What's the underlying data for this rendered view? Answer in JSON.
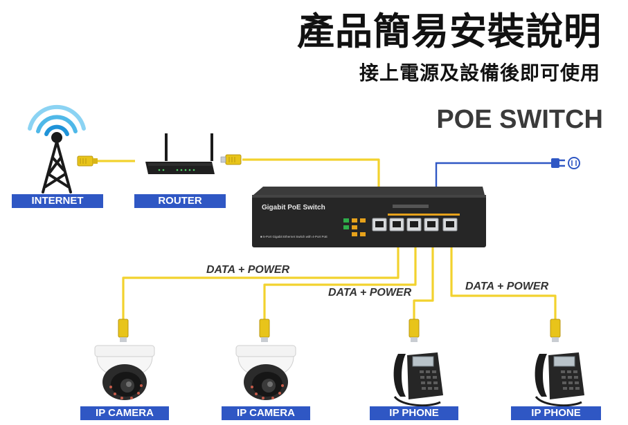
{
  "title": "產品簡易安裝說明",
  "subtitle": "接上電源及設備後即可使用",
  "product_name": "POE SWITCH",
  "switch": {
    "brand": "Gigabit PoE Switch",
    "model": "■ 5-Port Gigabit Ethernet Switch with 4-Port PoE"
  },
  "nodes": {
    "internet": "INTERNET",
    "router": "ROUTER",
    "camera_1": "IP CAMERA",
    "camera_2": "IP CAMERA",
    "phone_1": "IP PHONE",
    "phone_2": "IP PHONE"
  },
  "flows": {
    "left": "DATA + POWER",
    "middle": "DATA + POWER",
    "right": "DATA + POWER"
  },
  "colors": {
    "label_bg": "#2f57c4",
    "cable": "#f2d22e",
    "power_line": "#2f57c4",
    "switch_body": "#2b2b2b"
  },
  "icons": [
    "antenna-tower-icon",
    "router-icon",
    "switch-icon",
    "power-plug-icon",
    "dome-camera-icon",
    "desk-phone-icon"
  ]
}
